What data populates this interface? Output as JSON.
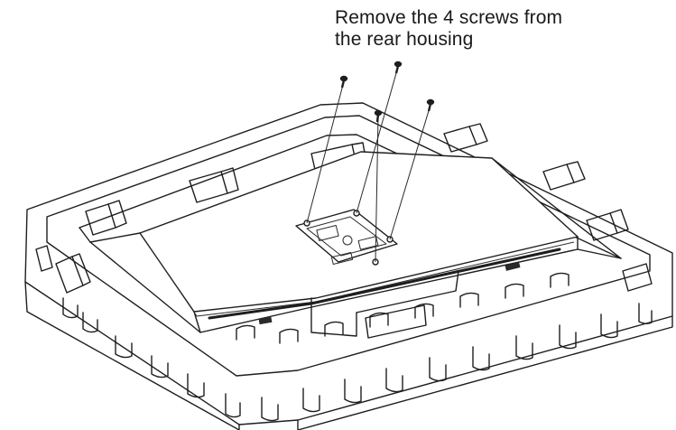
{
  "instruction": {
    "line1": "Remove the 4 screws from",
    "line2": "the rear housing"
  },
  "figure": {
    "screw_count": 4,
    "icons": [
      "screw-icon",
      "screw-icon",
      "screw-icon",
      "screw-icon"
    ],
    "line_color": "#1e1e1e",
    "background_color": "#ffffff"
  }
}
